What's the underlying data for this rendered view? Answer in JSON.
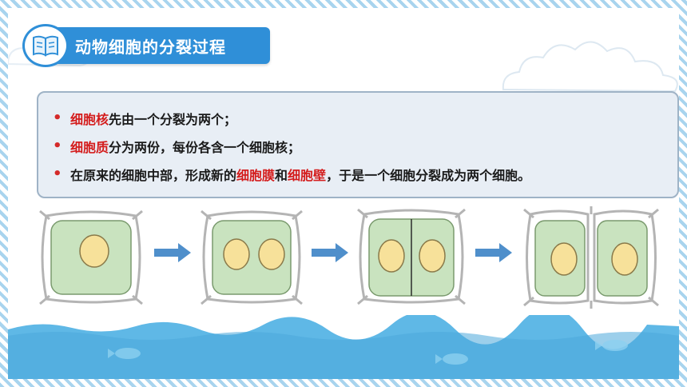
{
  "title": {
    "text": "动物细胞的分裂过程",
    "icon": "book-icon"
  },
  "bullets": [
    {
      "parts": [
        {
          "text": "细胞核",
          "hl": true
        },
        {
          "text": "先由一个分裂为两个；",
          "hl": false
        }
      ]
    },
    {
      "parts": [
        {
          "text": "细胞质",
          "hl": true
        },
        {
          "text": "分为两份，每份各含一个细胞核；",
          "hl": false
        }
      ]
    },
    {
      "parts": [
        {
          "text": "在原来的细胞中部，形成新的",
          "hl": false
        },
        {
          "text": "细胞膜",
          "hl": true
        },
        {
          "text": "和",
          "hl": false
        },
        {
          "text": "细胞壁",
          "hl": true
        },
        {
          "text": "，于是一个细胞分裂成为两个细胞。",
          "hl": false
        }
      ]
    }
  ],
  "colors": {
    "accent": "#2f8fd8",
    "highlight": "#d41c1c",
    "cell_fill": "#c9e3bf",
    "nucleus": "#f7e19a",
    "arrow": "#4f8fcb",
    "sea": "#5fb8e6"
  },
  "stages": [
    "one-nucleus",
    "two-nuclei",
    "cytoplasm-divided",
    "two-cells"
  ]
}
